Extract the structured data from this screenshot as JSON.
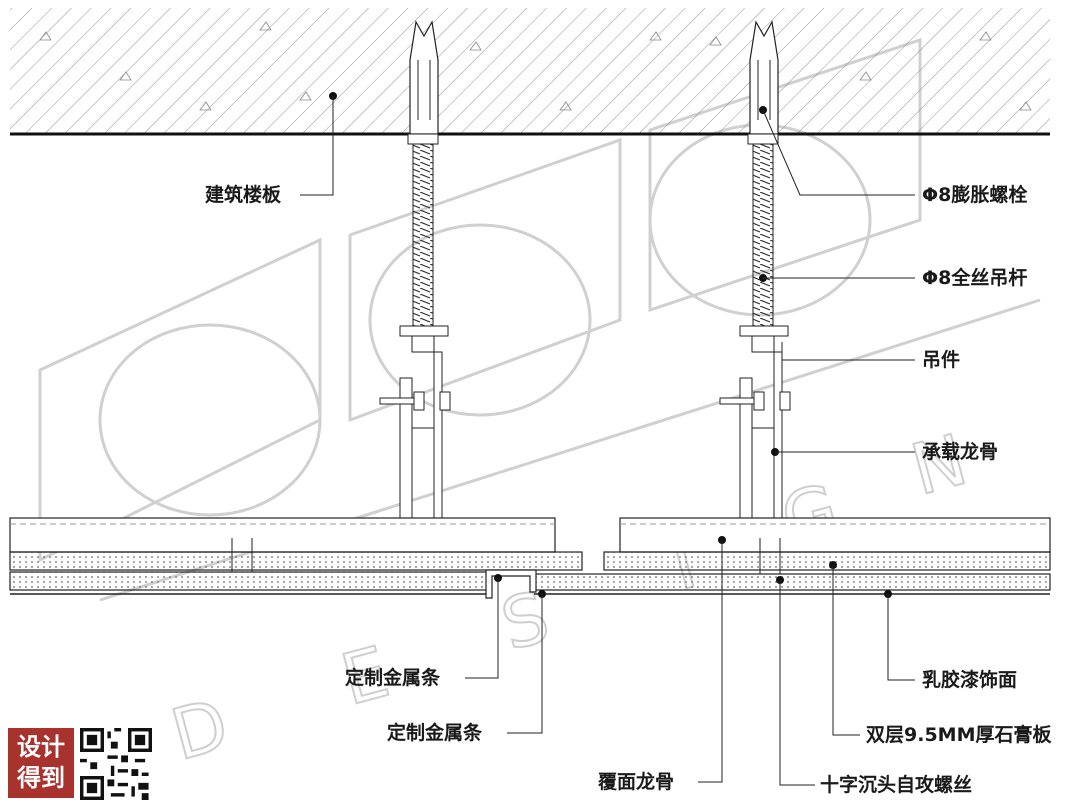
{
  "labels": {
    "slab": "建筑楼板",
    "bolt": "Φ8膨胀螺栓",
    "rod": "Φ8全丝吊杆",
    "hanger": "吊件",
    "main_keel": "承载龙骨",
    "metal_strip_1": "定制金属条",
    "metal_strip_2": "定制金属条",
    "latex_paint": "乳胶漆饰面",
    "gypsum_board": "双层9.5MM厚石膏板",
    "cover_keel": "覆面龙骨",
    "screw": "十字沉头自攻螺丝"
  },
  "logo": {
    "line1": "设计",
    "line2": "得到"
  },
  "colors": {
    "line": "#1a1a1a",
    "watermark": "#d0d0d0",
    "logo_bg": "#a8322e"
  },
  "watermark_letters": [
    "D",
    "E",
    "S",
    "I",
    "G",
    "N"
  ]
}
